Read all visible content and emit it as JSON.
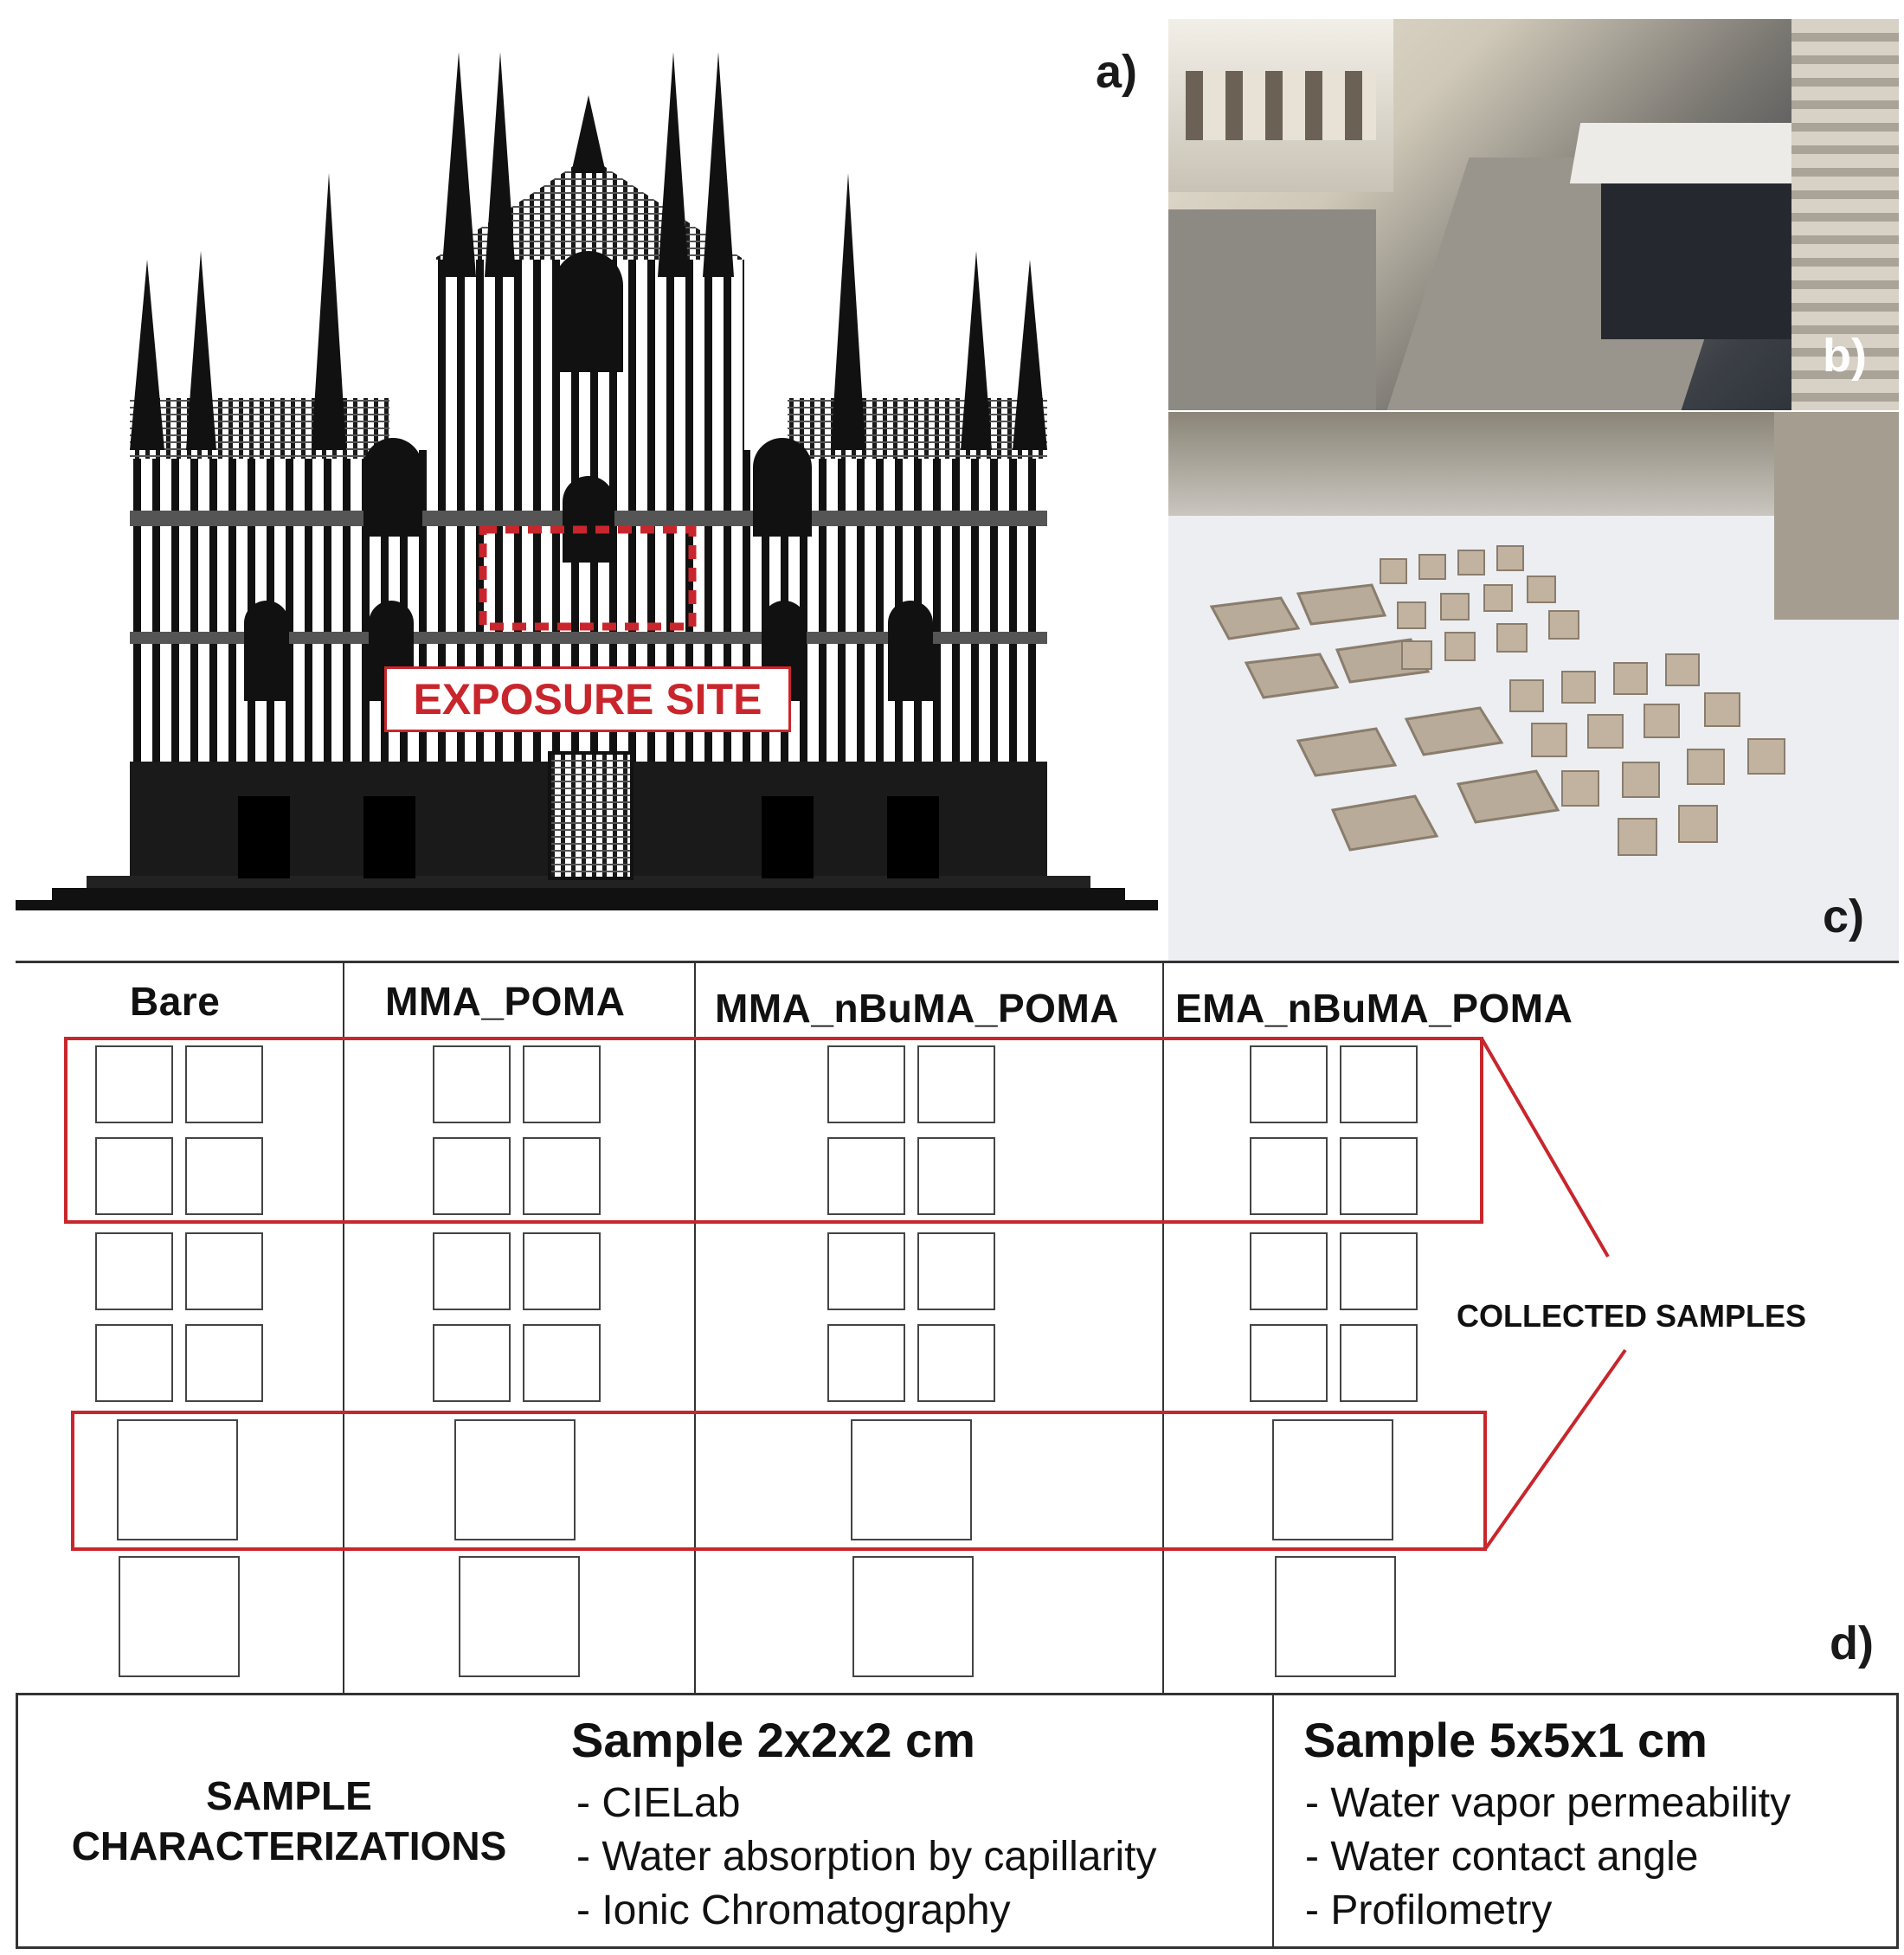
{
  "panels": {
    "a": "a)",
    "b": "b)",
    "c": "c)",
    "d": "d)"
  },
  "exposure_label": "EXPOSURE SITE",
  "colors": {
    "accent_red": "#c8262c",
    "line": "#333333"
  },
  "grid": {
    "columns": [
      "Bare",
      "MMA_POMA",
      "MMA_nBuMA_POMA",
      "EMA_nBuMA_POMA"
    ],
    "collected_label": "COLLECTED SAMPLES"
  },
  "characterizations": {
    "label": "SAMPLE CHARACTERIZATIONS",
    "small": {
      "title": "Sample 2x2x2 cm",
      "items": [
        "- CIELab",
        "- Water absorption by capillarity",
        "- Ionic Chromatography"
      ]
    },
    "large": {
      "title": "Sample 5x5x1 cm",
      "items": [
        "- Water vapor permeability",
        "- Water contact angle",
        "- Profilometry"
      ]
    }
  }
}
